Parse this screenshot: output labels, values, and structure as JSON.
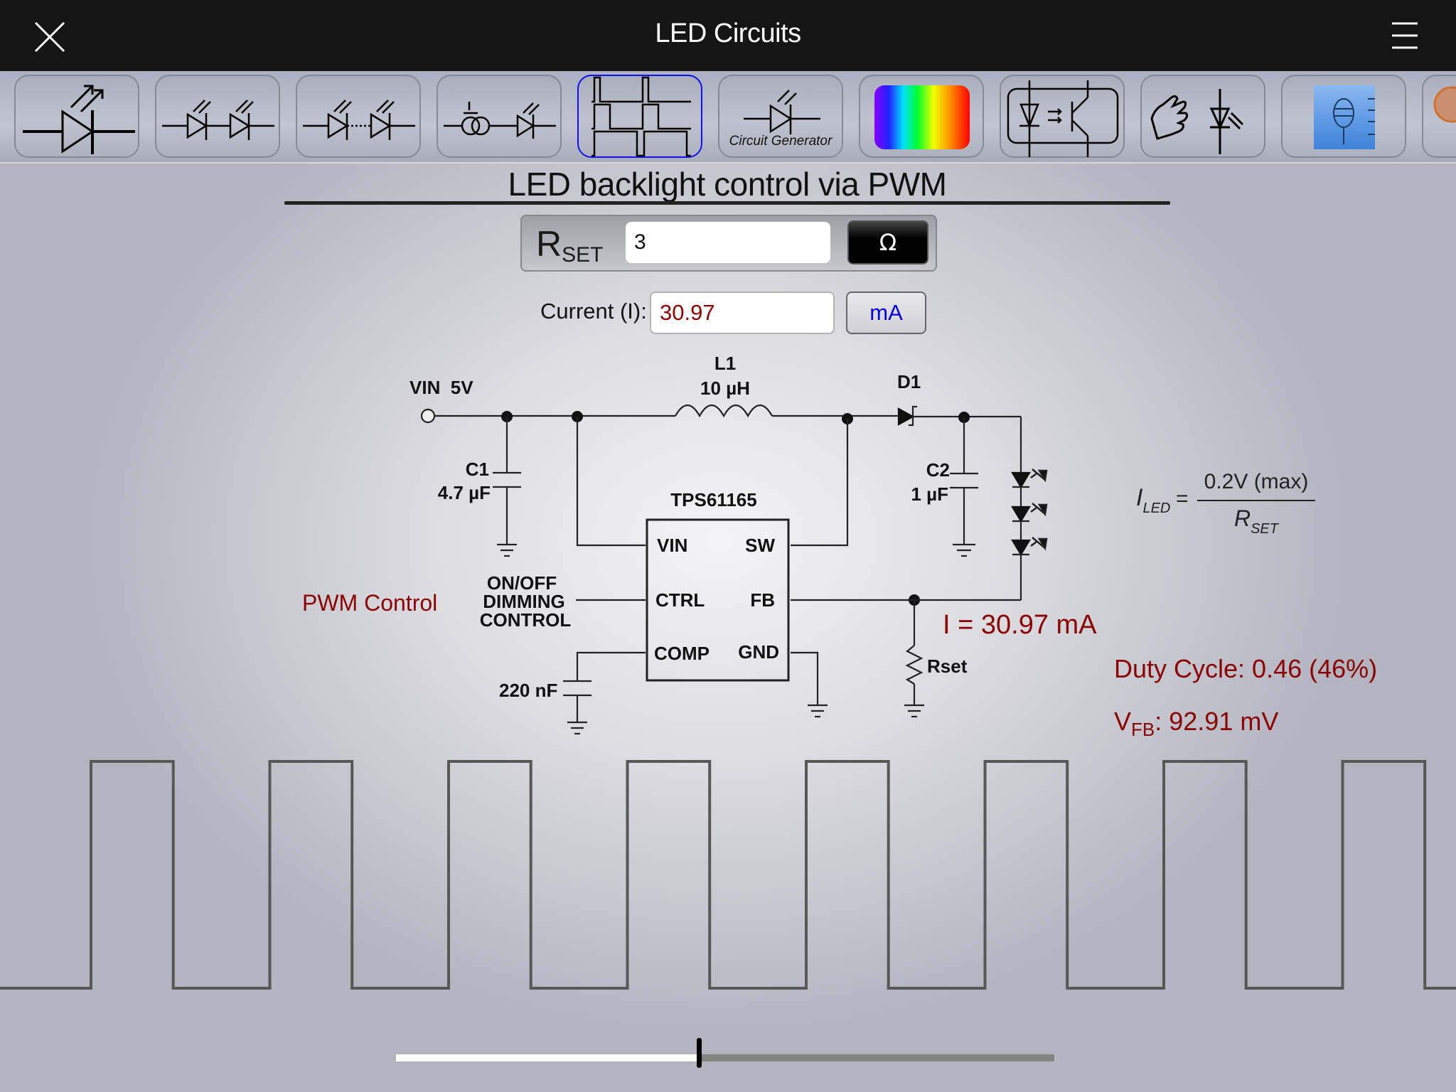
{
  "app": {
    "title": "LED Circuits",
    "close_icon": "close-icon",
    "menu_icon": "hamburger-menu-icon"
  },
  "toolbar": {
    "items": [
      {
        "icon": "single-led-icon",
        "active": false
      },
      {
        "icon": "two-leds-series-icon",
        "active": false
      },
      {
        "icon": "led-string-icon",
        "active": false
      },
      {
        "icon": "current-source-led-icon",
        "active": false
      },
      {
        "icon": "pwm-waveform-icon",
        "active": true
      },
      {
        "icon": "circuit-generator-icon",
        "label": "Circuit Generator",
        "active": false
      },
      {
        "icon": "color-spectrum-icon",
        "active": false
      },
      {
        "icon": "optocoupler-icon",
        "active": false
      },
      {
        "icon": "touch-led-icon",
        "active": false
      },
      {
        "icon": "resistor-calc-icon",
        "active": false
      },
      {
        "icon": "partial-next-icon",
        "active": false
      }
    ]
  },
  "main": {
    "title": "LED backlight control via PWM",
    "rset": {
      "label_main": "R",
      "label_sub": "SET",
      "value": "3",
      "unit": "Ω"
    },
    "current": {
      "label": "Current (I):",
      "value": "30.97",
      "unit": "mA"
    }
  },
  "schematic": {
    "vin_label": "VIN  5V",
    "l1_name": "L1",
    "l1_value": "10 µH",
    "d1_name": "D1",
    "c1_name": "C1",
    "c1_value": "4.7 µF",
    "c2_name": "C2",
    "c2_value": "1 µF",
    "ic_name": "TPS61165",
    "pins": {
      "vin": "VIN",
      "sw": "SW",
      "ctrl": "CTRL",
      "fb": "FB",
      "comp": "COMP",
      "gnd": "GND"
    },
    "ctrl_label_lines": [
      "ON/OFF",
      "DIMMING",
      "CONTROL"
    ],
    "comp_cap_value": "220 nF",
    "rset_label": "Rset",
    "pwm_control_label": "PWM Control",
    "current_readout": "I = 30.97 mA"
  },
  "formula": {
    "lhs_main": "I",
    "lhs_sub": "LED",
    "equals": "=",
    "numerator": "0.2V (max)",
    "denominator_main": "R",
    "denominator_sub": "SET"
  },
  "readouts": {
    "duty_cycle": "Duty Cycle: 0.46 (46%)",
    "vfb_main": "V",
    "vfb_sub": "FB",
    "vfb_value": ": 92.91 mV"
  },
  "colors": {
    "accent_red": "#8b0000",
    "active_tool_border": "#1010ee",
    "unit_blue": "#0000dd",
    "waveform": "#575757"
  },
  "pwm": {
    "duty_cycle": 0.46,
    "visible_periods": 8
  },
  "slider": {
    "value_fraction": 0.46
  }
}
